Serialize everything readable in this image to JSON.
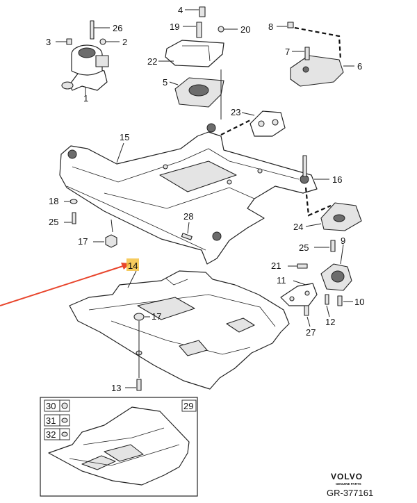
{
  "callouts": [
    {
      "id": "c1",
      "text": "1"
    },
    {
      "id": "c2",
      "text": "2"
    },
    {
      "id": "c3",
      "text": "3"
    },
    {
      "id": "c4",
      "text": "4"
    },
    {
      "id": "c5",
      "text": "5"
    },
    {
      "id": "c6",
      "text": "6"
    },
    {
      "id": "c7",
      "text": "7"
    },
    {
      "id": "c8",
      "text": "8"
    },
    {
      "id": "c9",
      "text": "9"
    },
    {
      "id": "c10",
      "text": "10"
    },
    {
      "id": "c11",
      "text": "11"
    },
    {
      "id": "c12",
      "text": "12"
    },
    {
      "id": "c13",
      "text": "13"
    },
    {
      "id": "c14",
      "text": "14"
    },
    {
      "id": "c15",
      "text": "15"
    },
    {
      "id": "c16",
      "text": "16"
    },
    {
      "id": "c17a",
      "text": "17"
    },
    {
      "id": "c17b",
      "text": "17"
    },
    {
      "id": "c18",
      "text": "18"
    },
    {
      "id": "c19",
      "text": "19"
    },
    {
      "id": "c20",
      "text": "20"
    },
    {
      "id": "c21",
      "text": "21"
    },
    {
      "id": "c22",
      "text": "22"
    },
    {
      "id": "c23",
      "text": "23"
    },
    {
      "id": "c24",
      "text": "24"
    },
    {
      "id": "c25a",
      "text": "25"
    },
    {
      "id": "c25b",
      "text": "25"
    },
    {
      "id": "c26",
      "text": "26"
    },
    {
      "id": "c27",
      "text": "27"
    },
    {
      "id": "c28",
      "text": "28"
    },
    {
      "id": "c29",
      "text": "29"
    },
    {
      "id": "c30",
      "text": "30"
    },
    {
      "id": "c31",
      "text": "31"
    },
    {
      "id": "c32",
      "text": "32"
    }
  ],
  "brand": {
    "name": "VOLVO",
    "tagline": "GENUINE PARTS",
    "figure_code": "GR-377161"
  },
  "colors": {
    "highlight": "#f5c242",
    "arrow": "#e8452c",
    "line": "#222222"
  }
}
